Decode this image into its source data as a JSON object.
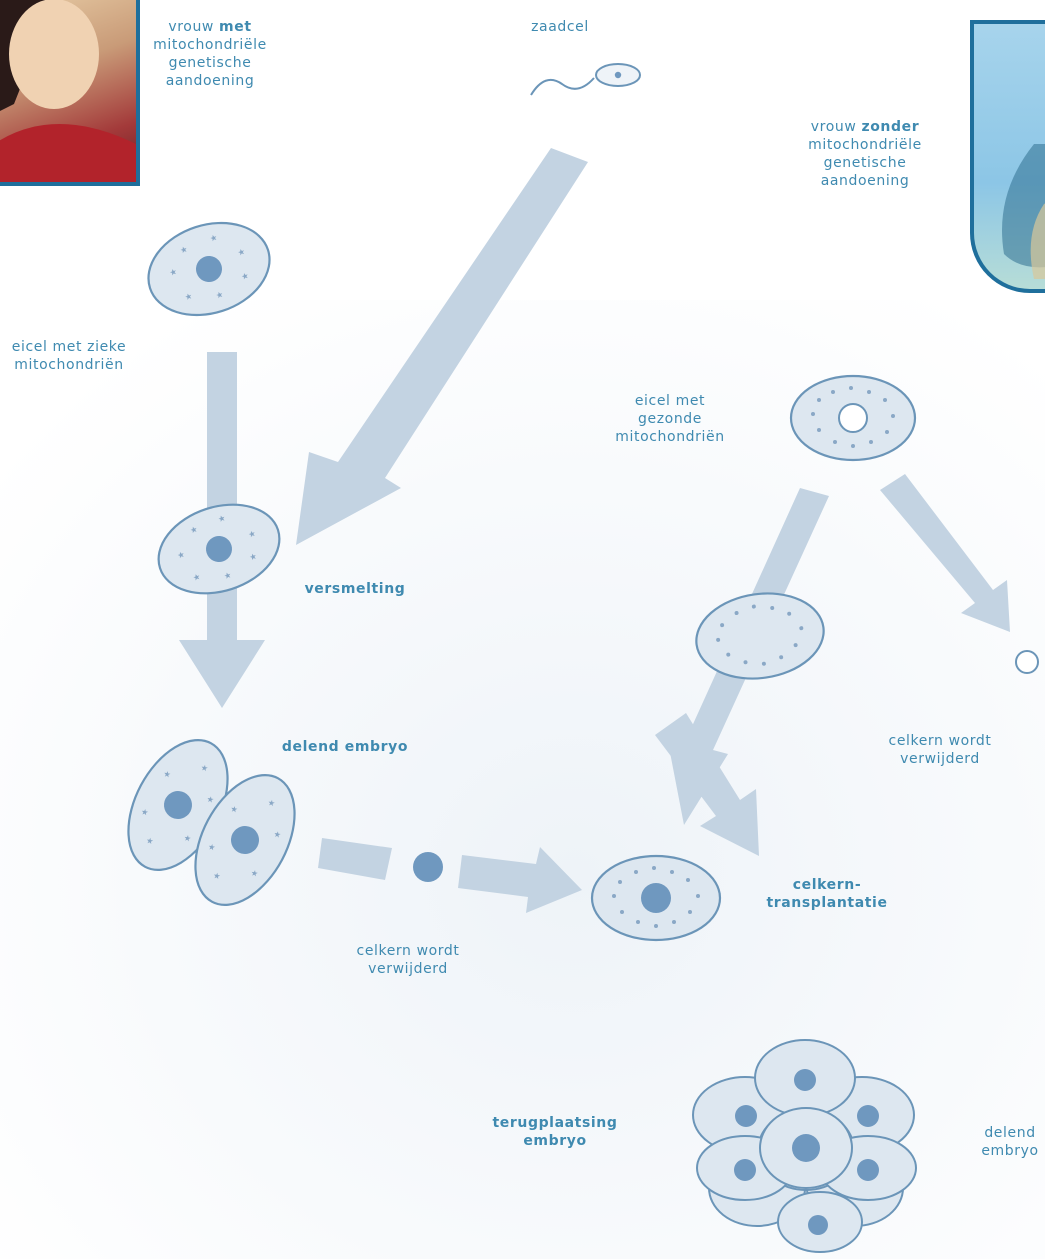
{
  "labels": {
    "woman_with_prefix": "vrouw",
    "woman_with_bold": "met",
    "woman_with_rest": [
      "mitochondriële",
      "genetische",
      "aandoening"
    ],
    "woman_without_prefix": "vrouw",
    "woman_without_bold": "zonder",
    "woman_without_rest": [
      "mitochondriële",
      "genetische",
      "aandoening"
    ],
    "sperm": "zaadcel",
    "egg_sick": [
      "eicel met zieke",
      "mitochondriën"
    ],
    "egg_healthy": [
      "eicel met",
      "gezonde",
      "mitochondriën"
    ],
    "fusion": "versmelting",
    "dividing_embryo_top": "delend embryo",
    "nucleus_removed_left": [
      "celkern wordt",
      "verwijderd"
    ],
    "nucleus_removed_right": [
      "celkern wordt",
      "verwijderd"
    ],
    "transplant": [
      "celkern-",
      "transplantatie"
    ],
    "replacement": [
      "terugplaatsing",
      "embryo"
    ],
    "dividing_embryo_bottom": [
      "delend",
      "embryo"
    ]
  },
  "colors": {
    "label": "#3f8ab0",
    "arrow": "#c3d3e2",
    "cell_fill": "#dde7f0",
    "cell_stroke": "#6b95b8",
    "nucleus": "#6f98bf",
    "frame": "#1f6f9c"
  }
}
